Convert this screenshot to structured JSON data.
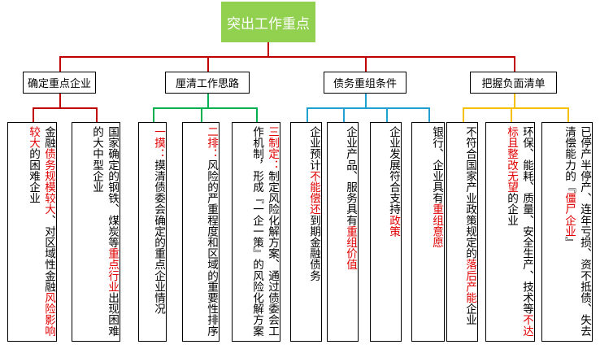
{
  "title": "突出工作重点",
  "colors": {
    "title_bg": "#92d050",
    "root_line": "#c00000",
    "groups": [
      "#c00000",
      "#00b050",
      "#1fa0d0",
      "#f5c000"
    ]
  },
  "categories": [
    {
      "label": "确定重点企业",
      "leaves": [
        [
          {
            "t": "金融"
          },
          {
            "t": "债务规模较大",
            "red": true
          },
          {
            "t": "、对区域性金融"
          },
          {
            "t": "风险影响较大",
            "red": true
          },
          {
            "t": "的困难企业"
          }
        ],
        [
          {
            "t": "国家确定的钢铁、煤炭等"
          },
          {
            "t": "重点行业",
            "red": true
          },
          {
            "t": "出现困难的大中型企业"
          }
        ]
      ]
    },
    {
      "label": "厘清工作思路",
      "leaves": [
        [
          {
            "t": "一摸：",
            "red": true
          },
          {
            "t": "摸清债委会确定的重点企业情况"
          }
        ],
        [
          {
            "t": "二排：",
            "red": true
          },
          {
            "t": "风险的严重程度和区域的重要性排序"
          }
        ],
        [
          {
            "t": "三制定：",
            "red": true
          },
          {
            "t": "制定风险化解方案、通过债委会工作机制，形成『一企一策』的风险化解方案"
          }
        ]
      ]
    },
    {
      "label": "债务重组条件",
      "leaves": [
        [
          {
            "t": "企业预计"
          },
          {
            "t": "不能偿还",
            "red": true
          },
          {
            "t": "到期金融债务"
          }
        ],
        [
          {
            "t": "企业产品、服务具有"
          },
          {
            "t": "重组价值",
            "red": true
          }
        ],
        [
          {
            "t": "企业发展符合支持"
          },
          {
            "t": "政策",
            "red": true
          }
        ],
        [
          {
            "t": "银行、企业具有"
          },
          {
            "t": "重组意愿",
            "red": true
          }
        ]
      ]
    },
    {
      "label": "把握负面清单",
      "leaves": [
        [
          {
            "t": "不符合国家产业政策规定的"
          },
          {
            "t": "落后产能",
            "red": true
          },
          {
            "t": "企业"
          }
        ],
        [
          {
            "t": "环保、能耗、质量、安全生产、技术等"
          },
          {
            "t": "不达标且整改无望",
            "red": true
          },
          {
            "t": "的企业"
          }
        ],
        [
          {
            "t": "已停产半停产、连年亏损、资不抵债、失去清偿能力的『"
          },
          {
            "t": "僵尸企业",
            "red": true
          },
          {
            "t": "』"
          }
        ]
      ]
    }
  ]
}
